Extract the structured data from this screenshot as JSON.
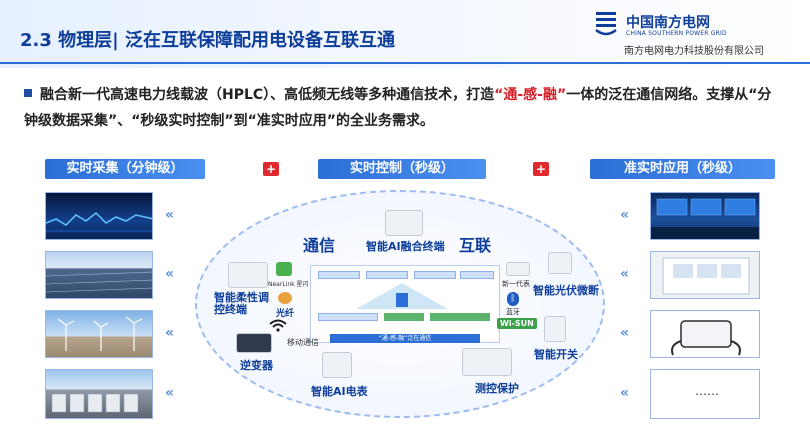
{
  "header": {
    "title": "2.3 物理层| 泛在互联保障配用电设备互联互通",
    "logo_cn": "中国南方电网",
    "logo_en": "CHINA SOUTHERN POWER GRID",
    "company": "南方电网电力科技股份有限公司"
  },
  "bullet": {
    "part1": "融合新一代高速电力线载波（HPLC）、高低频无线等多种通信技术，打造",
    "highlight": "“通-感-融”",
    "part2": "一体的泛在通信网络。支撑从“分钟级数据采集”、“秒级实时控制”到“准实时应用”的全业务需求。"
  },
  "columns": [
    {
      "label": "实时采集（分钟级）"
    },
    {
      "label": "实时控制（秒级）"
    },
    {
      "label": "准实时应用（秒级）"
    }
  ],
  "plus_symbol": "+",
  "chevron": "«",
  "diagram": {
    "top_device": "智能AI融合终端",
    "left_label": "通信",
    "right_label": "互联",
    "soft_terminal": "智能柔性调控终端",
    "fiber": "光纤",
    "nearlink": "NearLink 星闪",
    "mobile_comm": "移动通信",
    "inverter": "逆变器",
    "ai_meter": "智能AI电表",
    "protection": "测控保护",
    "pv_breaker": "智能光伏微断",
    "smart_switch": "智能开关",
    "new_gen_meter": "新一代表",
    "bluetooth": "蓝牙",
    "wisun": "Wi-SUN",
    "center_bar": "“通-感-融”泛在通信"
  },
  "right_panel": {
    "ellipsis": "……"
  }
}
